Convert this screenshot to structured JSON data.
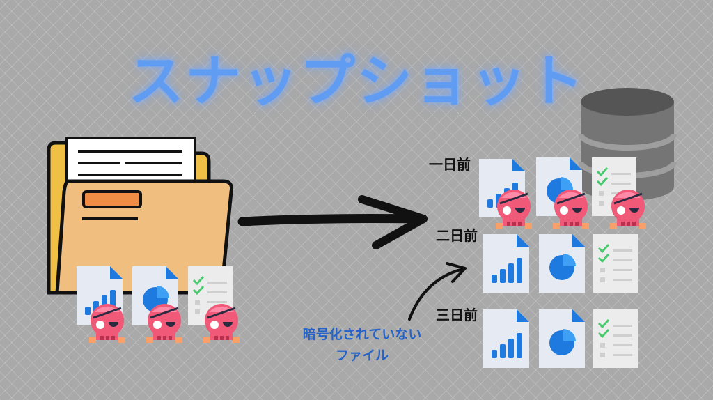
{
  "title": "スナップショット",
  "snapshots": [
    {
      "label": "一日前",
      "infected": true
    },
    {
      "label": "二日前",
      "infected": false
    },
    {
      "label": "三日前",
      "infected": false
    }
  ],
  "note": {
    "line1": "暗号化されていない",
    "line2": "ファイル"
  },
  "icons": {
    "folder": "folder-icon",
    "database": "database-icon",
    "chart_doc": "bar-chart-document-icon",
    "pie_doc": "pie-chart-document-icon",
    "check_doc": "checklist-document-icon",
    "ransom": "pirate-skull-icon"
  },
  "colors": {
    "title": "#5f9cf2",
    "note": "#2563c7",
    "folder": "#f0bf7f",
    "skull": "#f05a78"
  }
}
